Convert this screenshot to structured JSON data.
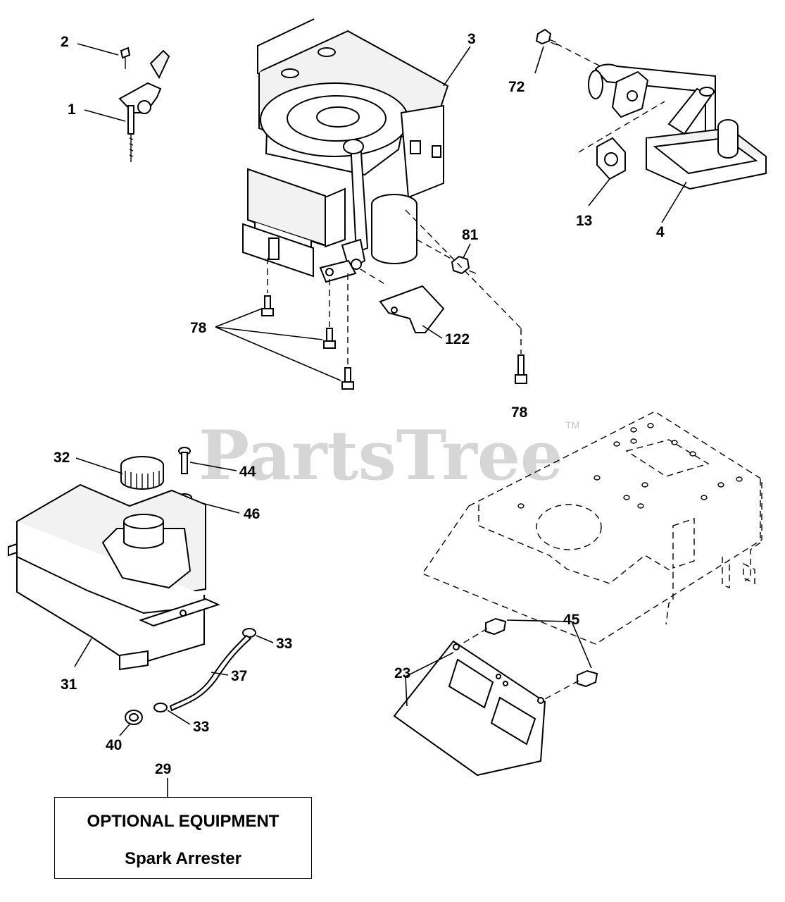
{
  "watermark": {
    "text": "PartsTree",
    "tm": "TM"
  },
  "parts": {
    "p1": "1",
    "p2": "2",
    "p3": "3",
    "p4": "4",
    "p13": "13",
    "p23": "23",
    "p29": "29",
    "p31": "31",
    "p32": "32",
    "p33a": "33",
    "p33b": "33",
    "p37": "37",
    "p40": "40",
    "p44": "44",
    "p45": "45",
    "p46": "46",
    "p72": "72",
    "p78a": "78",
    "p78b": "78",
    "p81": "81",
    "p122": "122"
  },
  "optional_box": {
    "title": "OPTIONAL EQUIPMENT",
    "item": "Spark Arrester"
  }
}
